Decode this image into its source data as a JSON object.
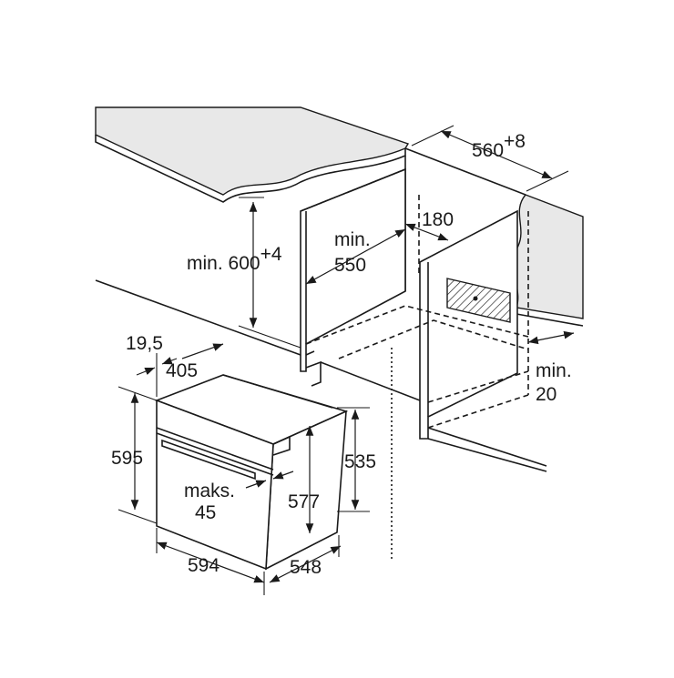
{
  "diagram": {
    "dimensions": {
      "cutout_width": "560",
      "cutout_width_tol": "+8",
      "min_height_prefix": "min. ",
      "min_height_value": "600",
      "min_height_tol": "+4",
      "min_depth_prefix": "min.",
      "min_depth_value": "550",
      "vent_width": "180",
      "side_gap_prefix": "min.",
      "side_gap_value": "20",
      "front_offset": "19,5",
      "front_depth": "405",
      "height_total": "595",
      "height_body": "535",
      "height_front": "577",
      "max_overhang_prefix": "maks.",
      "max_overhang_value": "45",
      "width_total": "594",
      "depth_total": "548"
    },
    "colors": {
      "line": "#1a1a1a",
      "countertop": "#e8e8e8",
      "background": "#ffffff"
    }
  }
}
